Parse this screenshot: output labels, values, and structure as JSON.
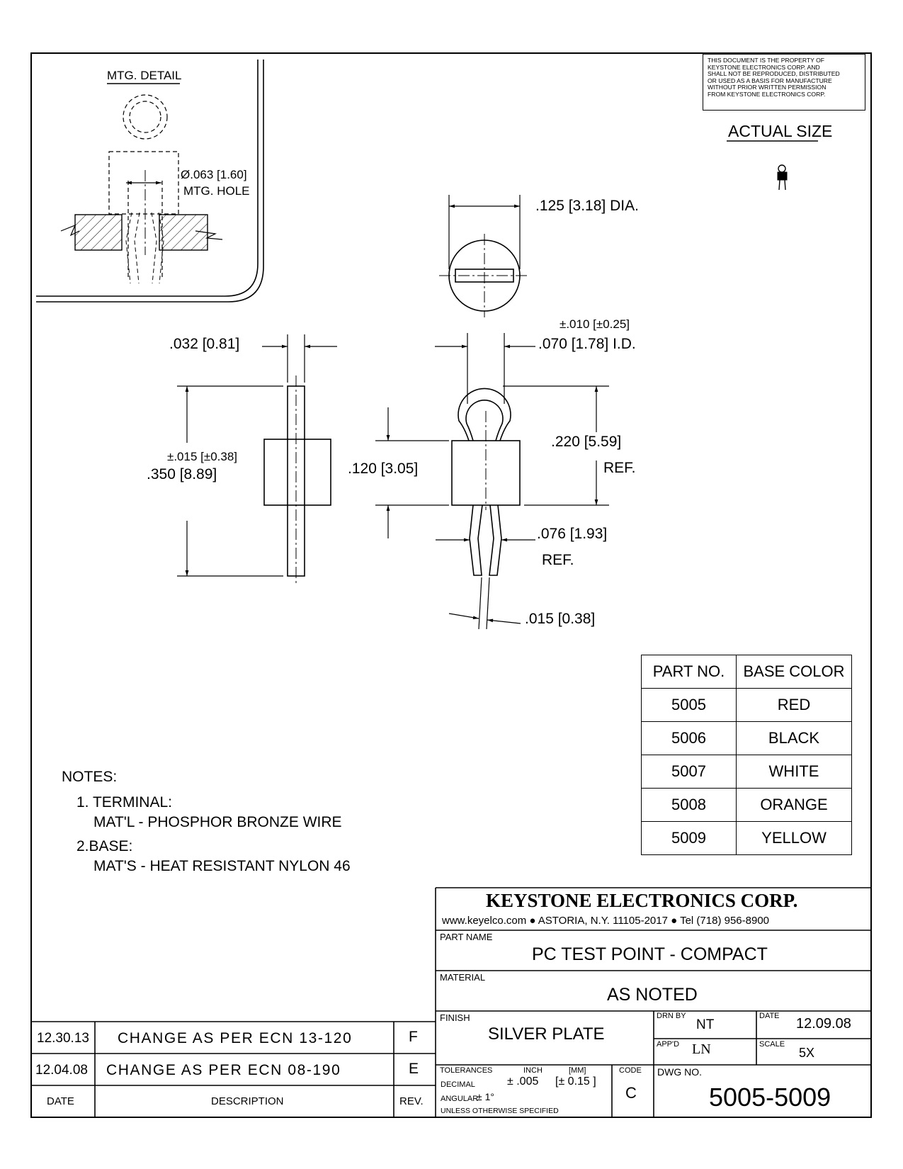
{
  "notice": {
    "lines": [
      "THIS DOCUMENT IS THE PROPERTY OF",
      "KEYSTONE ELECTRONICS CORP. AND",
      "SHALL NOT BE REPRODUCED, DISTRIBUTED",
      "OR USED AS A BASIS FOR MANUFACTURE",
      "WITHOUT PRIOR WRITTEN PERMISSION",
      "FROM KEYSTONE ELECTRONICS CORP."
    ]
  },
  "actual_size_label": "ACTUAL SIZE",
  "mtg_detail": {
    "title": "MTG. DETAIL",
    "hole_dim": "Ø.063 [1.60]",
    "hole_label": "MTG. HOLE"
  },
  "dims": {
    "dia": ".125  [3.18] DIA.",
    "id_tol": "±.010 [±0.25]",
    "id": ".070  [1.78] I.D.",
    "wire": ".032  [0.81]",
    "len_tol": "±.015 [±0.38]",
    "len": ".350  [8.89]",
    "base_h": ".120 [3.05]",
    "height": ".220  [5.59]",
    "height_ref": "REF.",
    "leg_w": ".076 [1.93]",
    "leg_ref": "REF.",
    "leg_t": ".015  [0.38]"
  },
  "parts_table": {
    "headers": [
      "PART NO.",
      "BASE COLOR"
    ],
    "rows": [
      [
        "5005",
        "RED"
      ],
      [
        "5006",
        "BLACK"
      ],
      [
        "5007",
        "WHITE"
      ],
      [
        "5008",
        "ORANGE"
      ],
      [
        "5009",
        "YELLOW"
      ]
    ]
  },
  "notes": {
    "title": "NOTES:",
    "n1": "1. TERMINAL:",
    "n1_detail": "MAT'L - PHOSPHOR BRONZE WIRE",
    "n2": "2.BASE:",
    "n2_detail": "MAT'S - HEAT RESISTANT NYLON 46"
  },
  "title_block": {
    "company": "KEYSTONE ELECTRONICS CORP.",
    "web": "www.keyelco.com",
    "address": "ASTORIA, N.Y. 11105-2017",
    "tel": "Tel (718) 956-8900",
    "part_name_label": "PART NAME",
    "part_name": "PC TEST POINT - COMPACT",
    "material_label": "MATERIAL",
    "material": "AS NOTED",
    "finish_label": "FINISH",
    "finish": "SILVER PLATE",
    "drn_by_label": "DRN BY",
    "drn_by": "NT",
    "date_label": "DATE",
    "date": "12.09.08",
    "appd_label": "APP'D",
    "appd": "LN",
    "scale_label": "SCALE",
    "scale": "5X",
    "tolerances_label": "TOLERANCES",
    "inch_label": "INCH",
    "mm_label": "[MM]",
    "code_label": "CODE",
    "decimal_label": "DECIMAL",
    "decimal_tol": "± .005",
    "decimal_tol_mm": "[± 0.15 ]",
    "angular_label": "ANGULAR",
    "angular_tol": "± 1°",
    "unless": "UNLESS OTHERWISE SPECIFIED",
    "code": "C",
    "dwg_no_label": "DWG NO.",
    "dwg_no": "5005-5009"
  },
  "revisions": {
    "rows": [
      {
        "date": "12.30.13",
        "description": "CHANGE AS PER ECN 13-120",
        "rev": "F"
      },
      {
        "date": "12.04.08",
        "description": "CHANGE AS PER ECN 08-190",
        "rev": "E"
      }
    ],
    "header": {
      "date": "DATE",
      "description": "DESCRIPTION",
      "rev": "REV."
    }
  }
}
